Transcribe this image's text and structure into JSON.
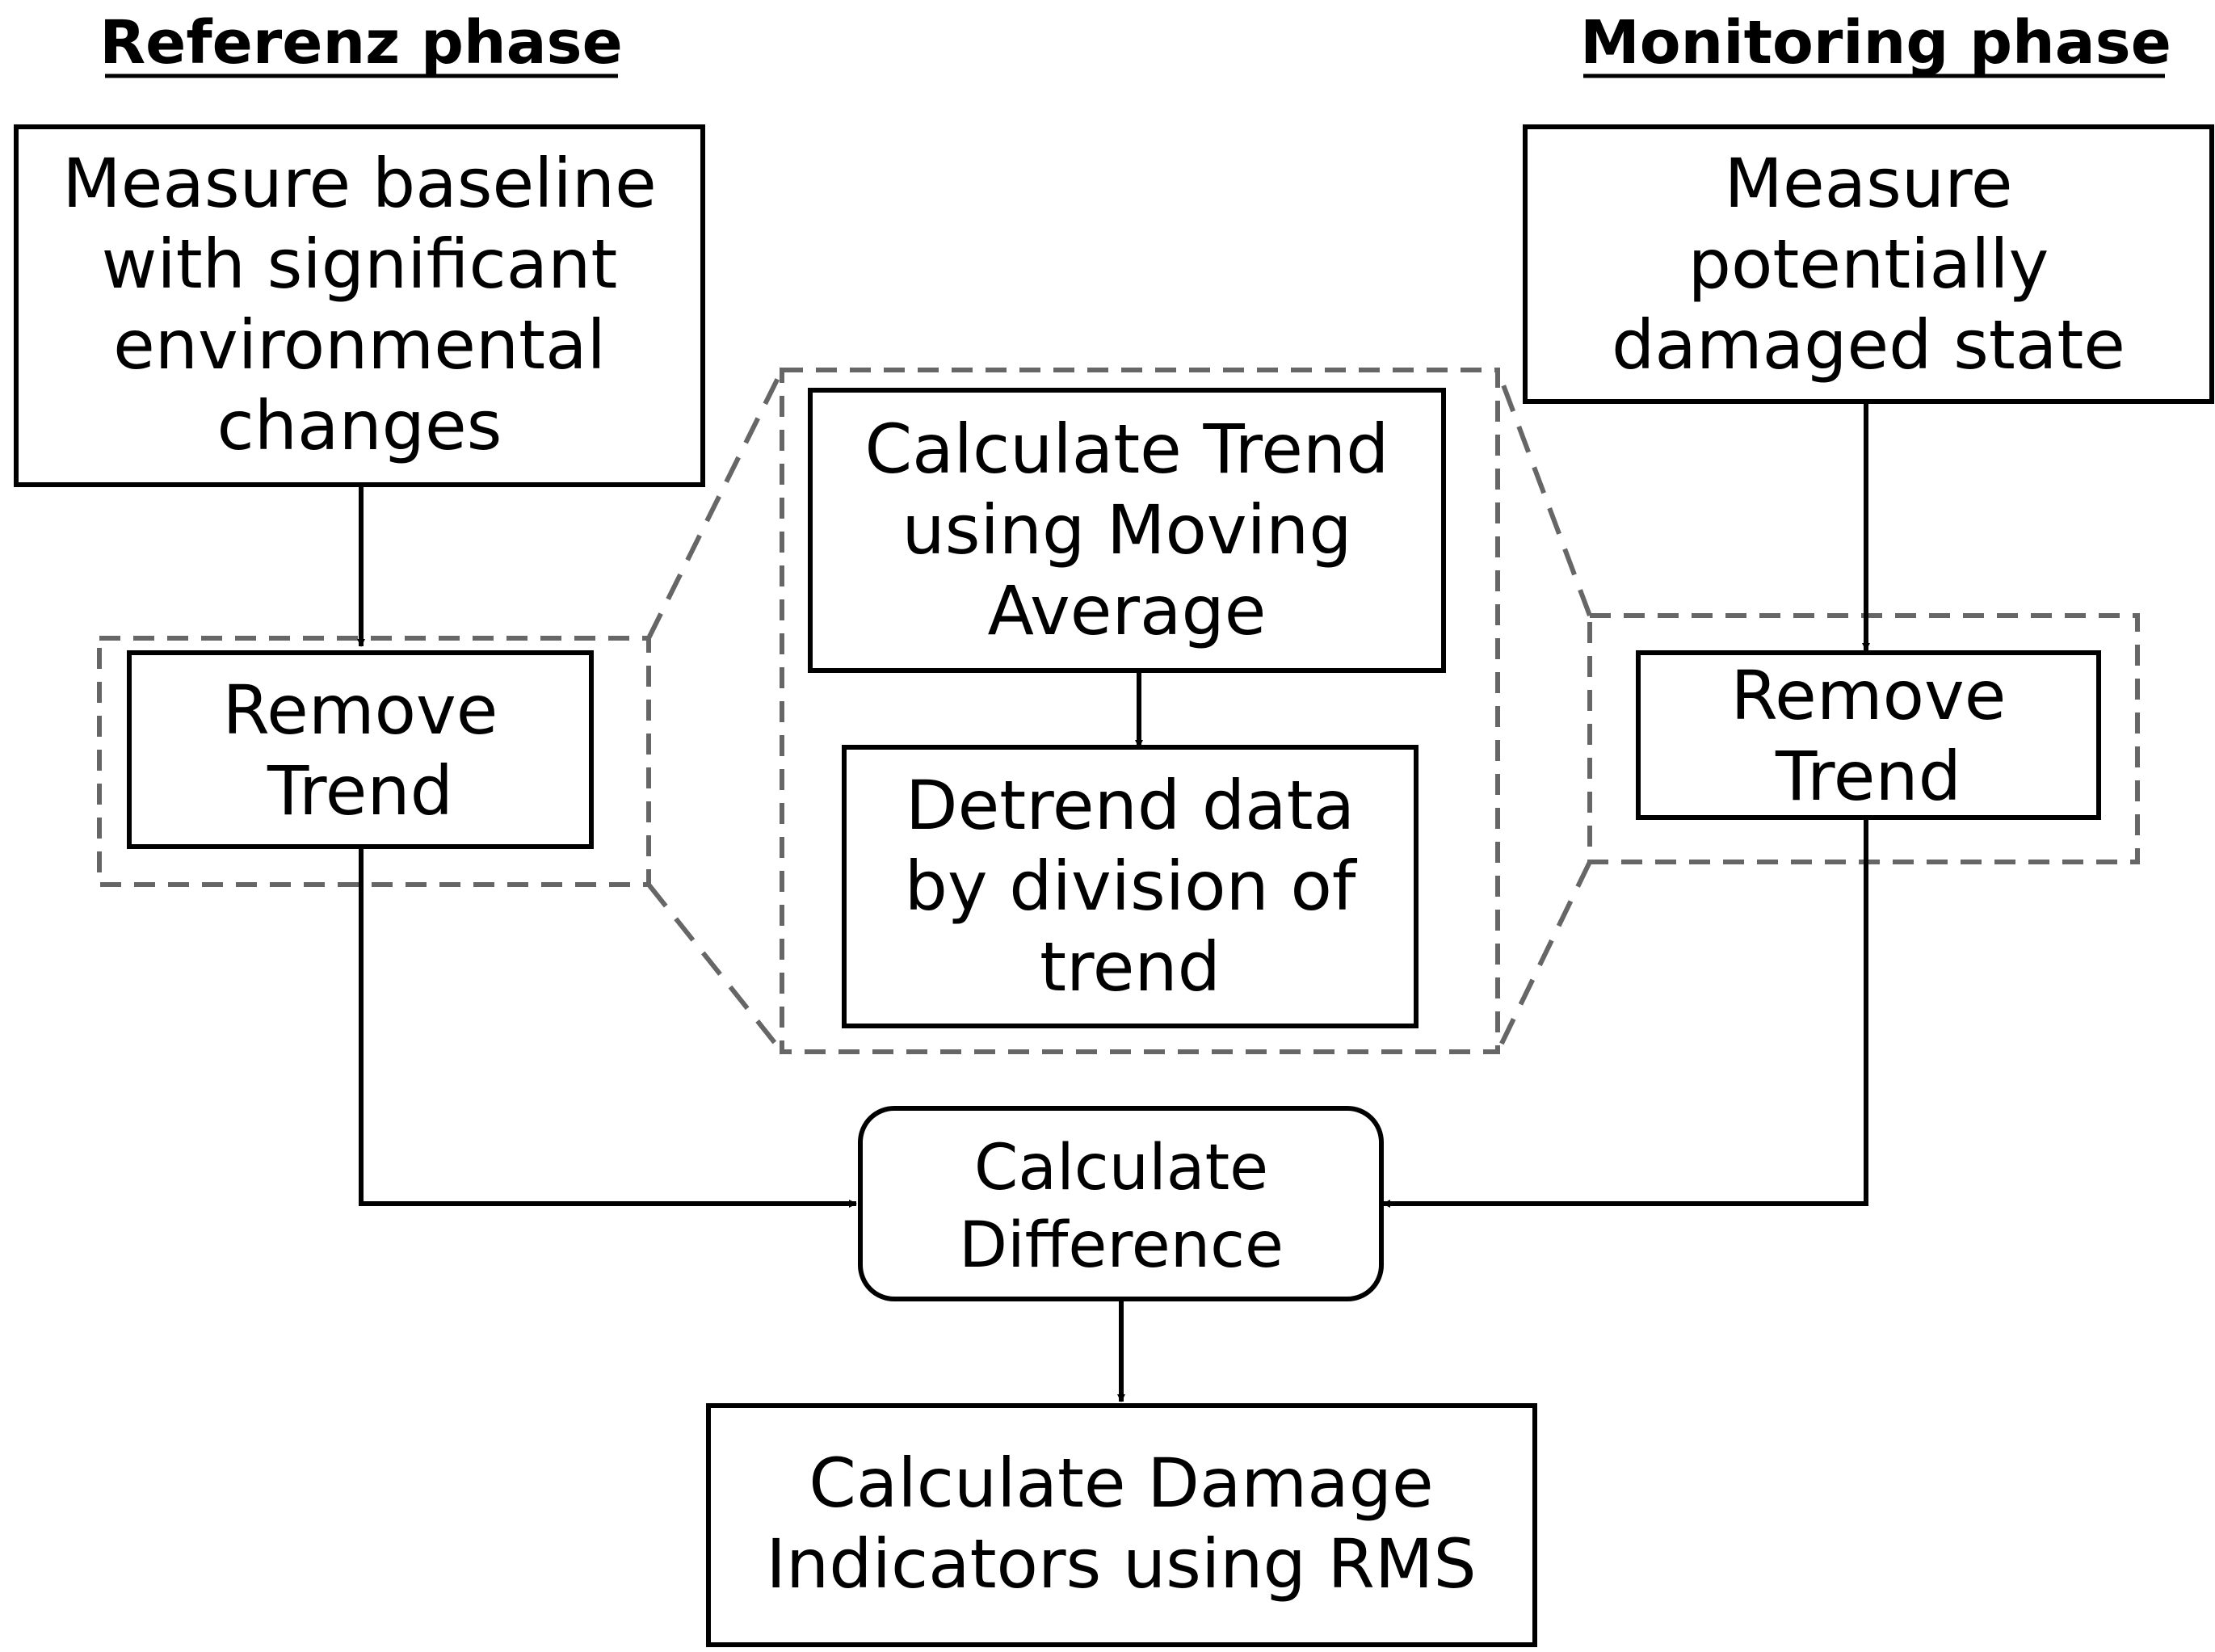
{
  "phases": {
    "reference": "Referenz phase",
    "monitoring": "Monitoring phase"
  },
  "nodes": {
    "measure_baseline": [
      "Measure baseline",
      "with significant",
      "environmental",
      "changes"
    ],
    "remove_trend_left": [
      "Remove",
      "Trend"
    ],
    "calculate_trend": [
      "Calculate Trend",
      "using Moving",
      "Average"
    ],
    "detrend_data": [
      "Detrend data",
      "by division of",
      "trend"
    ],
    "measure_damaged": [
      "Measure",
      "potentially",
      "damaged state"
    ],
    "remove_trend_right": [
      "Remove",
      "Trend"
    ],
    "calculate_difference": [
      "Calculate",
      "Difference"
    ],
    "calculate_damage": [
      "Calculate Damage",
      "Indicators using RMS"
    ]
  },
  "colors": {
    "stroke": "#000000",
    "dashed": "#666666",
    "background": "#ffffff"
  }
}
